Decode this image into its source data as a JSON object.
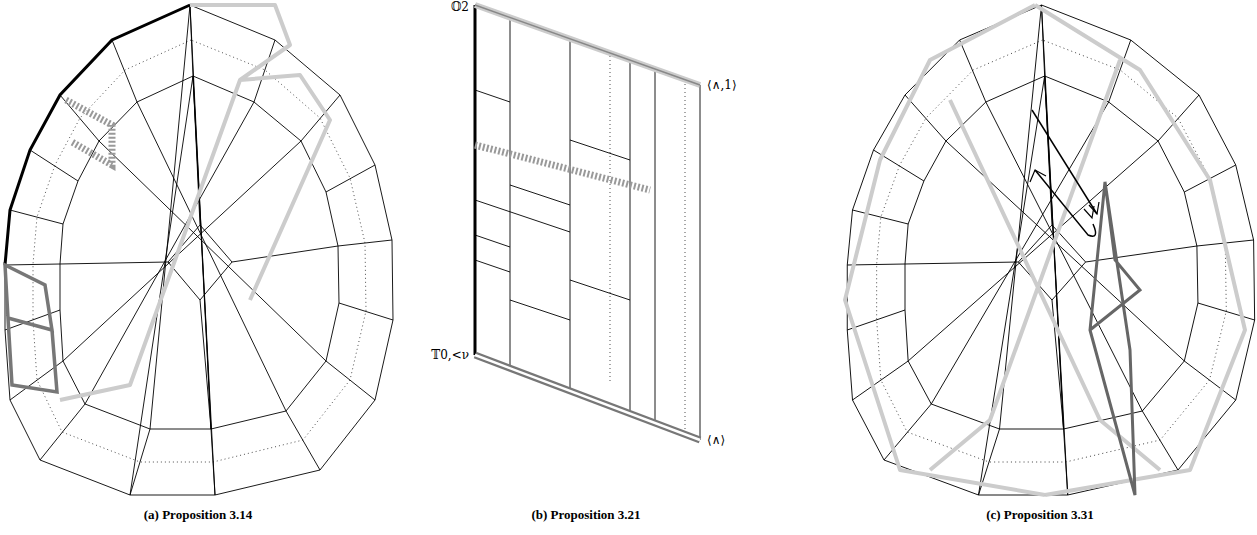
{
  "diagram": {
    "labels": [
      "𝕆2",
      "⟨∧,1⟩",
      "𝕋0,<ν",
      "⟨∧⟩",
      "(a) Proposition 3.14",
      "(b) Proposition 3.21",
      "(c) Proposition 3.31"
    ]
  }
}
